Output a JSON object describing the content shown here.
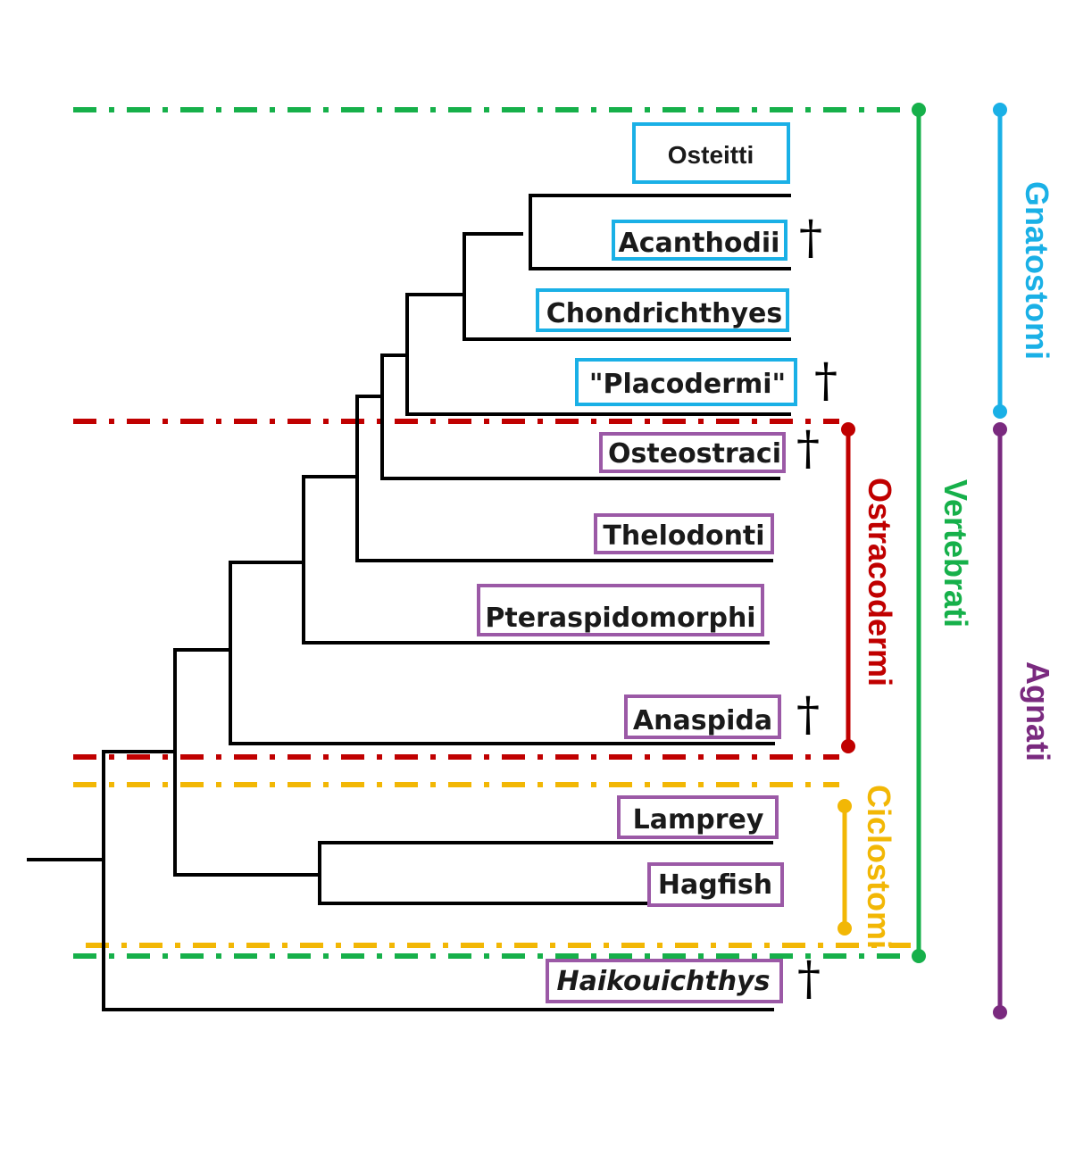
{
  "colors": {
    "gnathostomes": "#1ab0e6",
    "agnathans": "#7a2a7f",
    "ostracoderms": "#c00000",
    "cyclostomes": "#f2b705",
    "vertebrates": "#16b04a",
    "branch": "#000000"
  },
  "taxa": [
    {
      "key": "osteitti",
      "label": "Osteitti",
      "extinct": false,
      "group": "gnathostomes"
    },
    {
      "key": "acanthodii",
      "label": "Acanthodii",
      "extinct": true,
      "group": "gnathostomes"
    },
    {
      "key": "chondrichthyes",
      "label": "Chondrichthyes",
      "extinct": false,
      "group": "gnathostomes"
    },
    {
      "key": "placodermi",
      "label": "\"Placodermi\"",
      "extinct": true,
      "group": "gnathostomes"
    },
    {
      "key": "osteostraci",
      "label": "Osteostraci",
      "extinct": true,
      "group": "agnathans"
    },
    {
      "key": "thelodonti",
      "label": "Thelodonti",
      "extinct": false,
      "group": "agnathans"
    },
    {
      "key": "pteraspidomorphi",
      "label": "Pteraspidomorphi",
      "extinct": false,
      "group": "agnathans"
    },
    {
      "key": "anaspida",
      "label": "Anaspida",
      "extinct": true,
      "group": "agnathans"
    },
    {
      "key": "lamprey",
      "label": "Lamprey",
      "extinct": false,
      "group": "agnathans"
    },
    {
      "key": "hagfish",
      "label": "Hagfish",
      "extinct": false,
      "group": "agnathans"
    },
    {
      "key": "haikouichthys",
      "label": "Haikouichthys",
      "extinct": true,
      "group": "agnathans"
    }
  ],
  "dagger_symbol": "†",
  "groups": {
    "gnatostomi": "Gnatostomi",
    "agnati": "Agnati",
    "vertebrati": "Vertebrati",
    "ostracodermi": "Ostracodermi",
    "ciclostomi": "Ciclostomi"
  }
}
